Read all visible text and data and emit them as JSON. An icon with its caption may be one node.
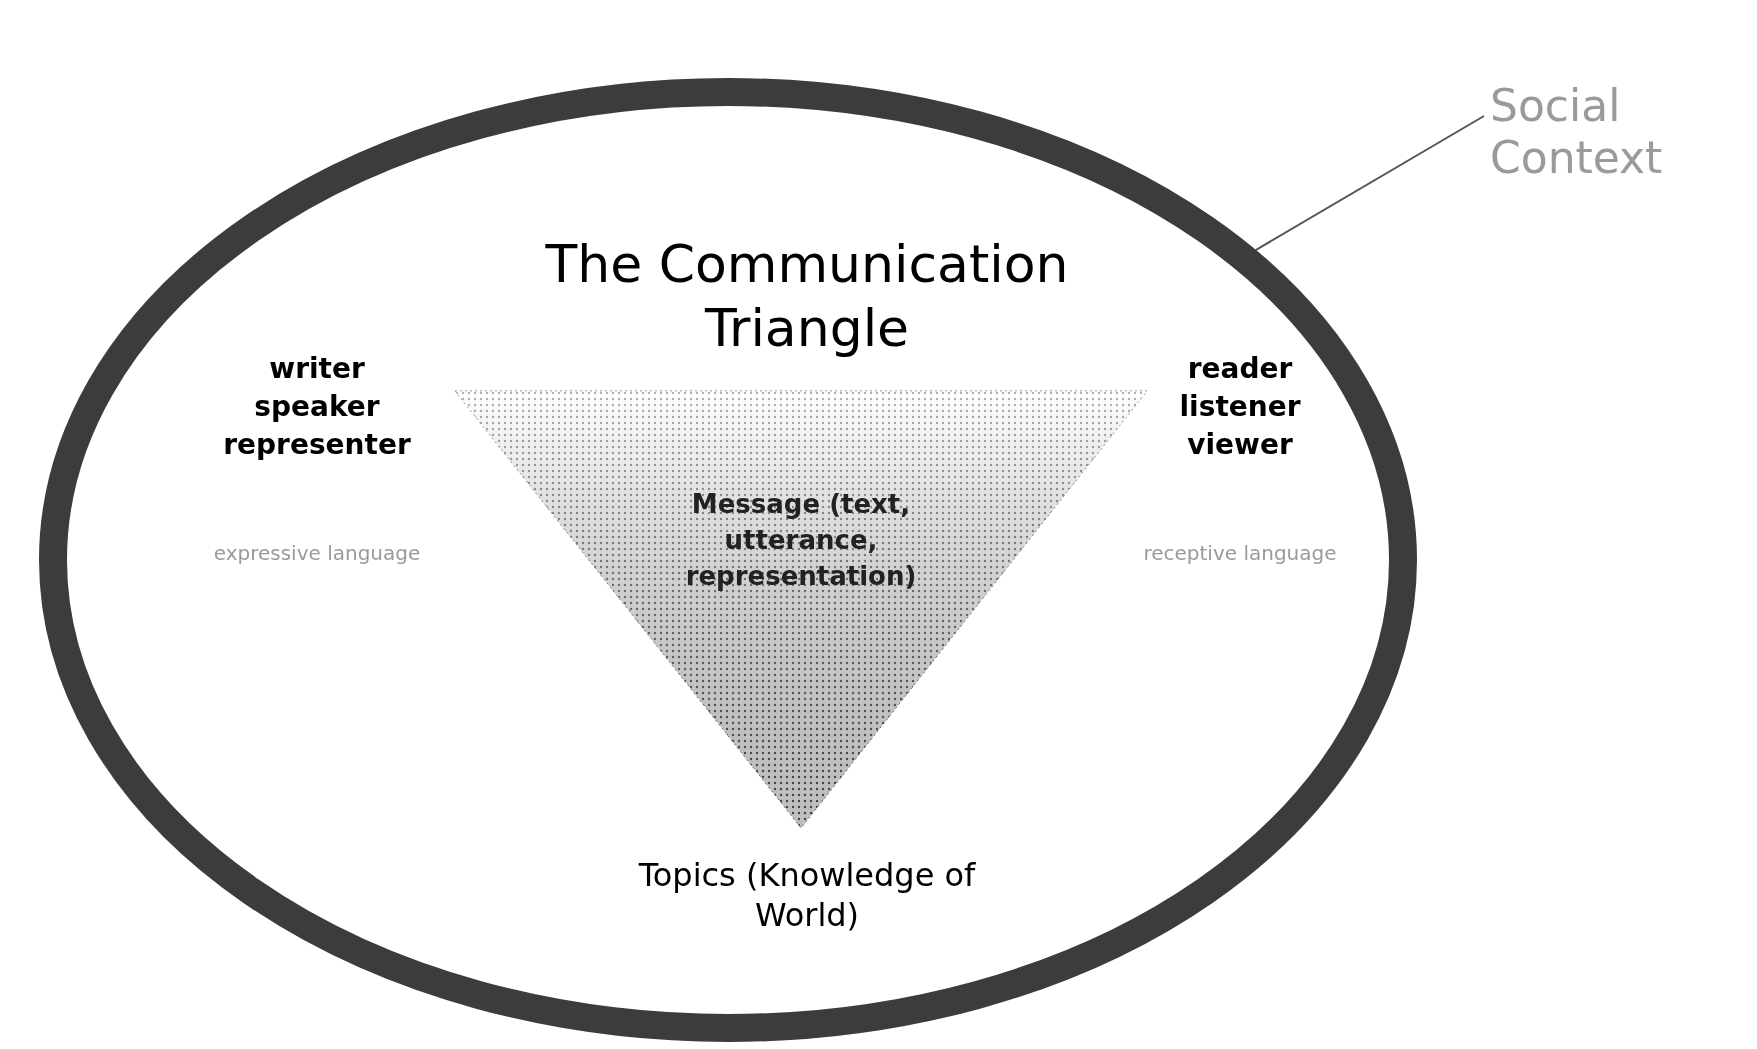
{
  "diagram": {
    "title": "The Communication Triangle",
    "nodes": [
      {
        "text": [],
        "shape": "ellipse"
      },
      {
        "text": [
          "Message (text, utterance, representation)"
        ],
        "in": 0
      },
      {
        "text": [
          "Social Context"
        ]
      }
    ],
    "edges": [
      {
        "from": 2,
        "to": 0,
        "arrow": "none"
      }
    ],
    "labels": [
      "writer",
      "speaker",
      "representer",
      "expressive language",
      "reader",
      "listener",
      "viewer",
      "receptive language",
      "Topics (Knowledge of World)"
    ]
  }
}
